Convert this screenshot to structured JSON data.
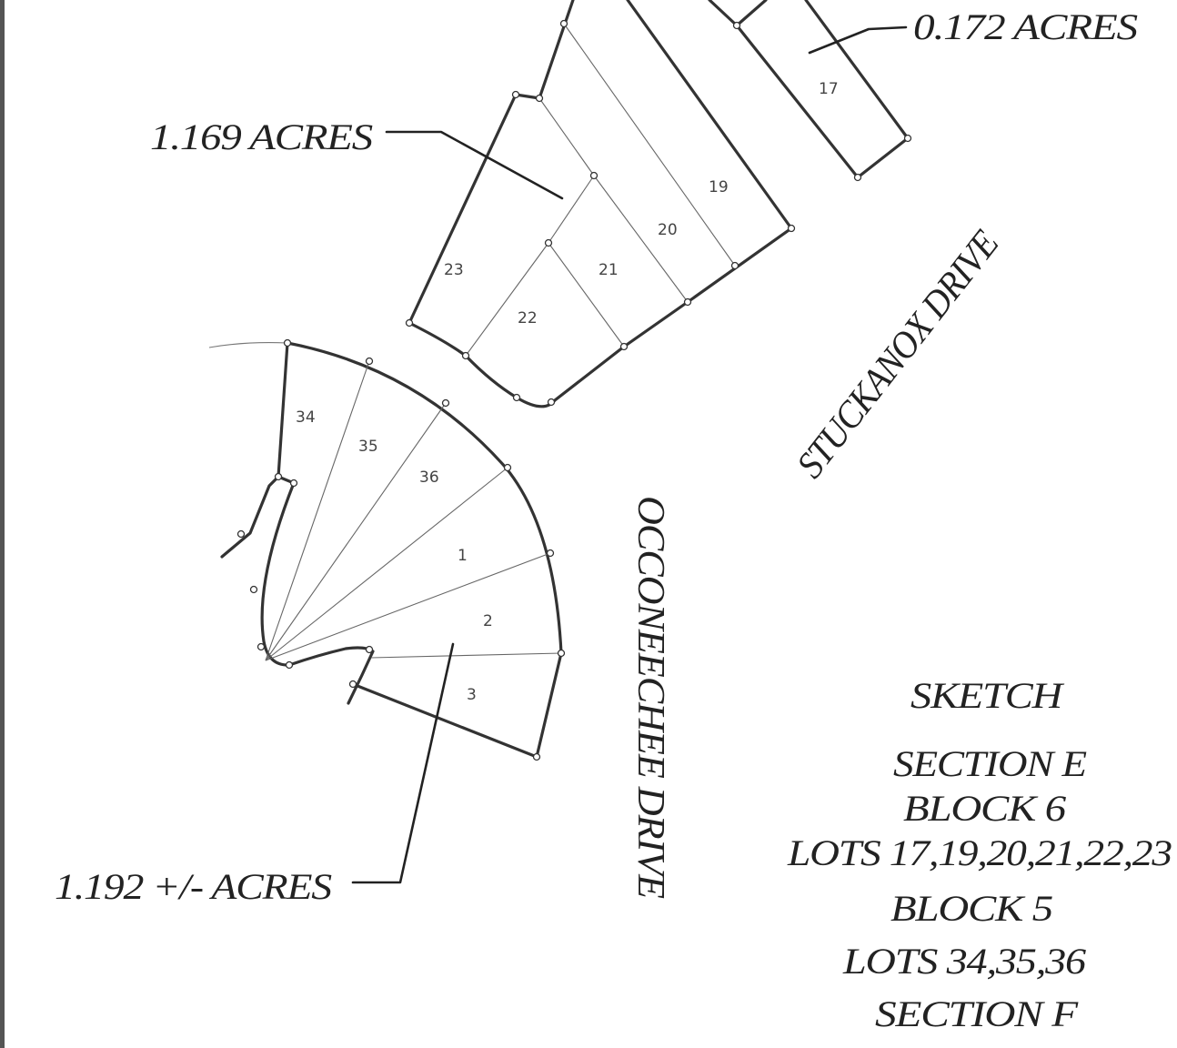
{
  "acreage_labels": {
    "top_right": "0.172 ACRES",
    "upper_left": "1.169 ACRES",
    "lower_left": "1.192 +/- ACRES"
  },
  "streets": {
    "stuckanox": "STUCKANOX DRIVE",
    "occoneechee": "OCCONEECHEE DRIVE"
  },
  "lots": {
    "lot17": "17",
    "lot19": "19",
    "lot20": "20",
    "lot21": "21",
    "lot22": "22",
    "lot23": "23",
    "lot34": "34",
    "lot35": "35",
    "lot36": "36",
    "lot1": "1",
    "lot2": "2",
    "lot3": "3"
  },
  "legend": {
    "title": "SKETCH",
    "section_e": "SECTION E",
    "block_6": "BLOCK 6",
    "lots_block_6": "LOTS 17,19,20,21,22,23",
    "block_5": "BLOCK 5",
    "lots_block_5": "LOTS 34,35,36",
    "section_f": "SECTION F",
    "block_partial": "BLOCK 5"
  }
}
